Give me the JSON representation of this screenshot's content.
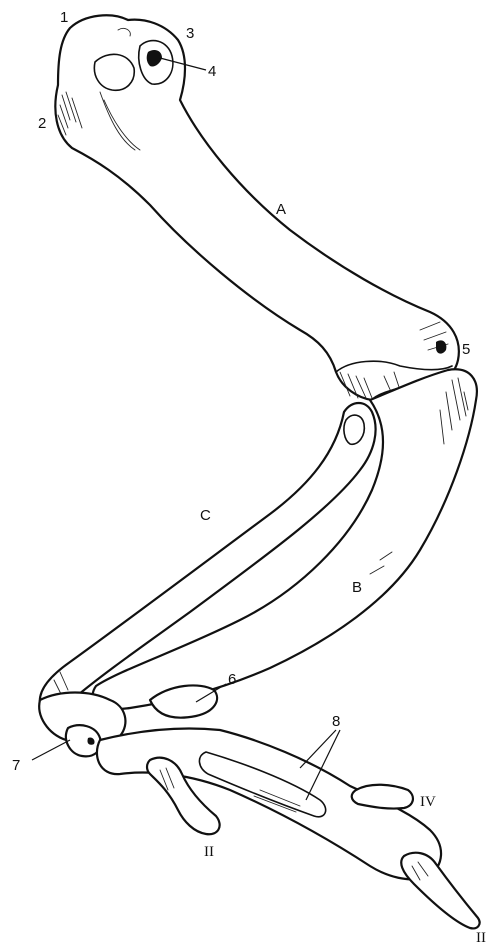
{
  "labels": {
    "l1": "1",
    "l2": "2",
    "l3": "3",
    "l4": "4",
    "l5": "5",
    "l6": "6",
    "l7": "7",
    "l8": "8",
    "A": "A",
    "B": "B",
    "C": "C",
    "digit_II_upper": "II",
    "digit_IV": "IV",
    "digit_II_tip": "II"
  }
}
